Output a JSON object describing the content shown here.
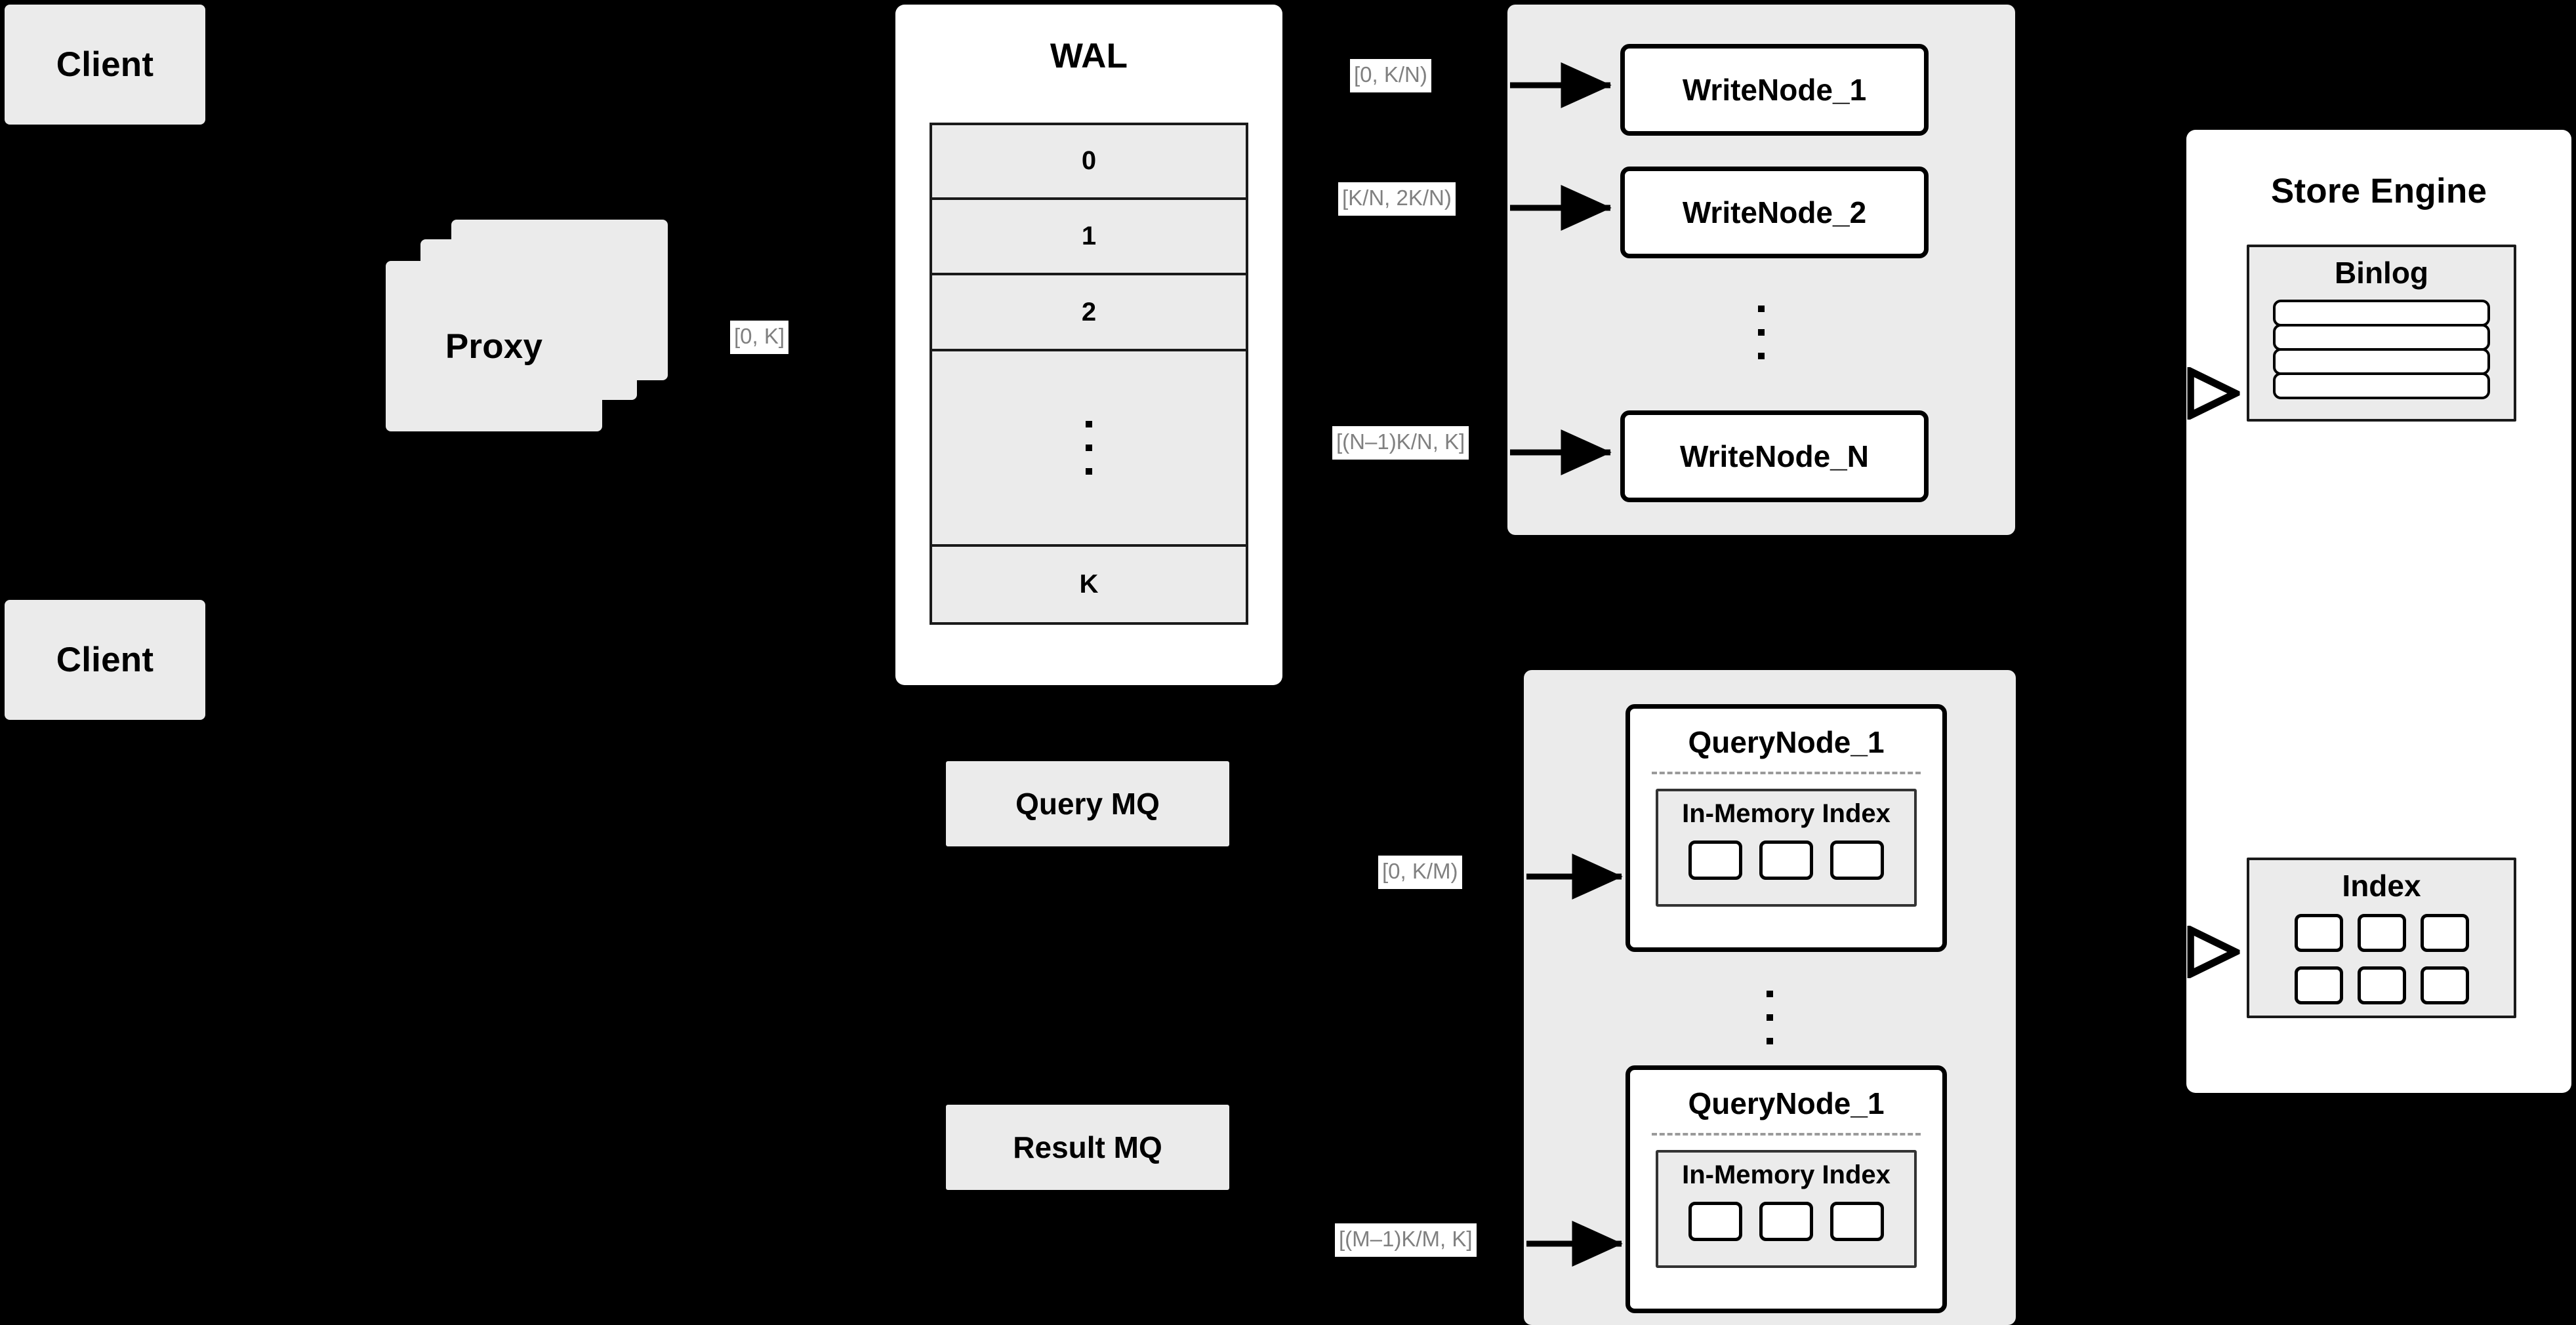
{
  "diagram": {
    "background_color": "#000000",
    "node_fill": "#ebebeb",
    "panel_fill": "#ffffff",
    "label_text_color": "#808080",
    "stroke_color": "#000000"
  },
  "clients": [
    {
      "label": "Client"
    },
    {
      "label": "Client"
    }
  ],
  "proxy": {
    "label": "Proxy",
    "stack_count": 3
  },
  "wal": {
    "title": "WAL",
    "cells": [
      "0",
      "1",
      "2",
      "",
      "K"
    ],
    "ellipsis_cell_index": 3,
    "ellipsis_dots": 3
  },
  "queues": [
    {
      "label": "Query MQ"
    },
    {
      "label": "Result MQ"
    }
  ],
  "range_labels": {
    "proxy_to_wal": "[0, K]",
    "write_node_1": "[0,  K/N)",
    "write_node_2": "[K/N, 2K/N)",
    "write_node_n": "[(N–1)K/N,  K]",
    "query_node_1": "[0, K/M)",
    "query_node_m": "[(M–1)K/M, K]"
  },
  "write_cluster": {
    "nodes": [
      {
        "label": "WriteNode_1"
      },
      {
        "label": "WriteNode_2"
      },
      {
        "label": "WriteNode_N"
      }
    ],
    "ellipsis_dots": 3
  },
  "query_cluster": {
    "nodes": [
      {
        "label": "QueryNode_1",
        "index": {
          "title": "In-Memory Index",
          "slots": 3
        }
      },
      {
        "label": "QueryNode_1",
        "index": {
          "title": "In-Memory Index",
          "slots": 3
        }
      }
    ],
    "ellipsis_dots": 3
  },
  "store_engine": {
    "title": "Store Engine",
    "binlog": {
      "title": "Binlog",
      "rows": 4
    },
    "index": {
      "title": "Index",
      "slots": 6,
      "columns": 3,
      "rows": 2
    }
  }
}
